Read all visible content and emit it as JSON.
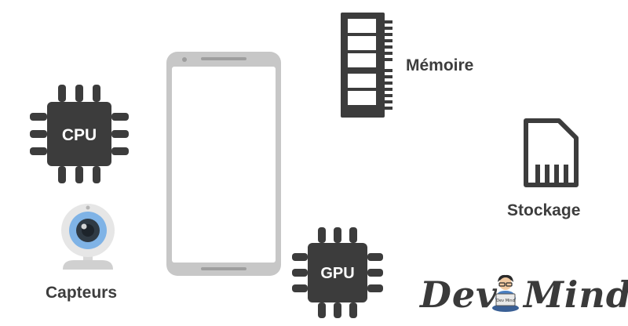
{
  "labels": {
    "memory": "Mémoire",
    "storage": "Stockage",
    "sensors": "Capteurs"
  },
  "chips": {
    "cpu": "CPU",
    "gpu": "GPU"
  },
  "logo": {
    "left_word": "Dev",
    "right_word": "Mind",
    "badge_text": "Dev Mind"
  },
  "colors": {
    "icon_dark": "#3c3c3c",
    "phone_frame": "#c7c7c7",
    "webcam_blue": "#7fb3e6",
    "webcam_light": "#e6e6e6"
  }
}
